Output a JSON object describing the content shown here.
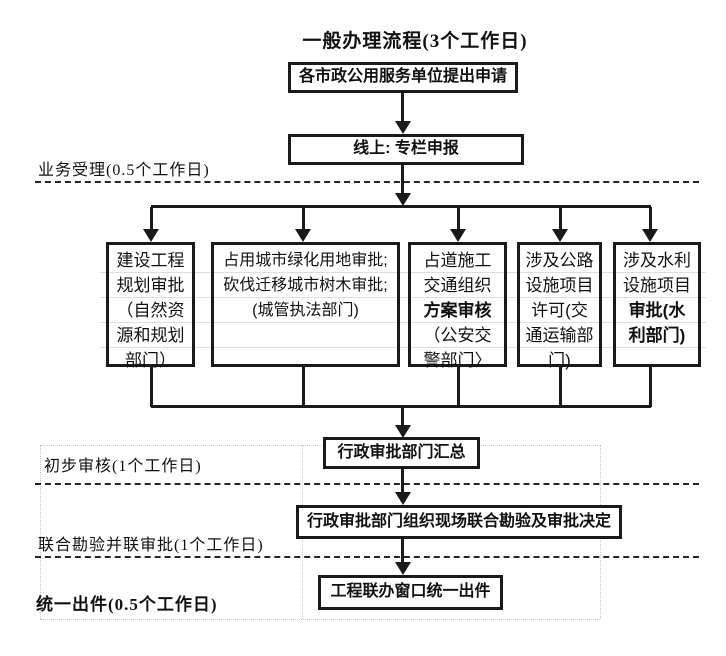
{
  "title": "一般办理流程(3个工作日)",
  "nodes": {
    "apply": "各市政公用服务单位提出申请",
    "online": "线上: 专栏申报",
    "summary": "行政审批部门汇总",
    "joint_inspection": "行政审批部门组织现场联合勘验及审批决定",
    "unified_output": "工程联办窗口统一出件"
  },
  "stages": [
    {
      "label": "业务受理(0.5个工作日)"
    },
    {
      "label": "初步审核(1个工作日)"
    },
    {
      "label": "联合勘验并联审批(1个工作日)"
    },
    {
      "label": "统一出件(0.5个工作日)"
    }
  ],
  "parallel_approvals": [
    {
      "lines": [
        {
          "text": "建设工程",
          "bold": false
        },
        {
          "text": "规划审批",
          "bold": false
        },
        {
          "text": "（自然资",
          "bold": false
        },
        {
          "text": "源和规划",
          "bold": false
        },
        {
          "text": "部门）",
          "bold": false
        }
      ]
    },
    {
      "lines": [
        {
          "text": "占用城市绿化用地审批;",
          "bold": false
        },
        {
          "text": "砍伐迁移城市树木审批;",
          "bold": false
        },
        {
          "text": "(城管执法部门)",
          "bold": false
        }
      ]
    },
    {
      "lines": [
        {
          "text": "占道施工",
          "bold": false
        },
        {
          "text": "交通组织",
          "bold": false
        },
        {
          "text": "方案审核",
          "bold": true
        },
        {
          "text": "（公安交",
          "bold": false
        },
        {
          "text": "警部门〉",
          "bold": false
        }
      ]
    },
    {
      "lines": [
        {
          "text": "涉及公路",
          "bold": false
        },
        {
          "text": "设施项目",
          "bold": false
        },
        {
          "text": "许可(交",
          "bold": false
        },
        {
          "text": "通运输部",
          "bold": false
        },
        {
          "text": "门)",
          "bold": false
        }
      ]
    },
    {
      "lines": [
        {
          "text": "涉及水利",
          "bold": false
        },
        {
          "text": "设施项目",
          "bold": false
        },
        {
          "text": "审批(水",
          "bold": true
        },
        {
          "text": "利部门)",
          "bold": true
        }
      ]
    }
  ]
}
